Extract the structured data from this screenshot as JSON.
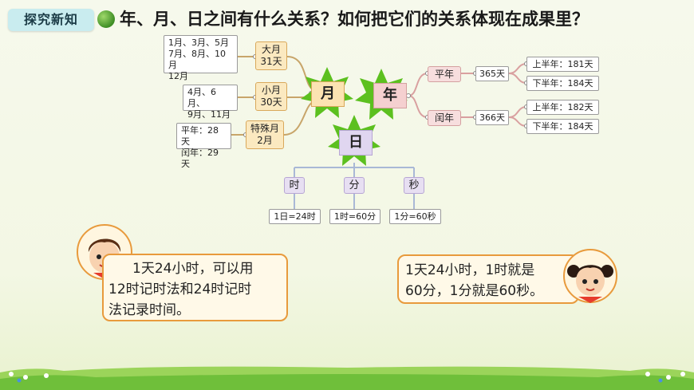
{
  "header": {
    "tag": "探究新知",
    "question": "年、月、日之间有什么关系？如何把它们的关系体现在成果里？"
  },
  "mindmap": {
    "month": {
      "center": "月",
      "big": {
        "label_line1": "大月",
        "label_line2": "31天",
        "detail_line1": "1月、3月、5月",
        "detail_line2": "7月、8月、10月",
        "detail_line3": "12月"
      },
      "small": {
        "label_line1": "小月",
        "label_line2": "30天",
        "detail_line1": "4月、6月、",
        "detail_line2": "9月、11月"
      },
      "special": {
        "label_line1": "特殊月",
        "label_line2": "2月",
        "detail_line1": "平年：28天",
        "detail_line2": "闰年：29天"
      }
    },
    "year": {
      "center": "年",
      "common": {
        "label": "平年",
        "days": "365天",
        "first_half": "上半年：181天",
        "second_half": "下半年：184天"
      },
      "leap": {
        "label": "闰年",
        "days": "366天",
        "first_half": "上半年：182天",
        "second_half": "下半年：184天"
      }
    },
    "day": {
      "center": "日",
      "units": [
        {
          "label": "时",
          "relation": "1日=24时"
        },
        {
          "label": "分",
          "relation": "1时=60分"
        },
        {
          "label": "秒",
          "relation": "1分=60秒"
        }
      ]
    }
  },
  "speech": {
    "boy_line1": "1天24小时，可以用",
    "boy_line2": "12时记时法和24时记时",
    "boy_line3": "法记录时间。",
    "girl_line1": "1天24小时，1时就是",
    "girl_line2": "60分，1分就是60秒。"
  },
  "colors": {
    "accent_green": "#5cc01f",
    "bubble_border": "#e89a3c",
    "tag_bg": "#c9ecef"
  }
}
